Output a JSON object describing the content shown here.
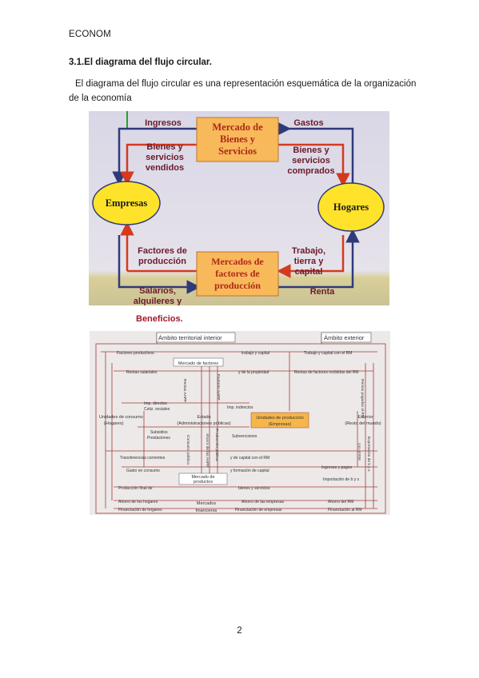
{
  "header": {
    "text": "ECONOM"
  },
  "section": {
    "title": "3.1.El diagrama del flujo circular.",
    "paragraph": "El diagrama del flujo circular es una representación esquemática de la organización de la economía"
  },
  "figure1": {
    "ingresos": "Ingresos",
    "gastos": "Gastos",
    "mercado_bienes": [
      "Mercado de",
      "Bienes y",
      "Servicios"
    ],
    "bienes_vendidos": [
      "Bienes y",
      "servicios",
      "vendidos"
    ],
    "bienes_comprados": [
      "Bienes y",
      "servicios",
      "comprados"
    ],
    "empresas": "Empresas",
    "hogares": "Hogares",
    "factores": [
      "Factores de",
      "producción"
    ],
    "mercados_factores": [
      "Mercados de",
      "factores de",
      "producción"
    ],
    "trabajo": [
      "Trabajo,",
      "tierra y",
      "capital"
    ],
    "salarios": [
      "Salarios,",
      "alquileres y"
    ],
    "renta": "Renta"
  },
  "beneficios": "Beneficios.",
  "figure2": {
    "ambito_interior": "Ámbito territorial interior",
    "ambito_exterior": "Ámbito exterior",
    "factores_productivos": "Factores productivos:",
    "trabajo_capital": "trabajo y capital",
    "trabajo_capital_rm": "Trabajo y capital con el RM",
    "mercado_factores": "Mercado de factores",
    "rentas_salariales": "Rentas salariales",
    "propiedad": "y de la propiedad",
    "rentas_factores_rm": "Rentas de factores recibidas del RM",
    "rentas_aapp": "Rentas AAPP",
    "factores_aapp": "Factores AAPP",
    "rentas_pagadas_rm": "Rentas pagadas al RM",
    "imp_directos": [
      "Imp. directos",
      "Cotiz. sociales"
    ],
    "imp_indirectos": "Imp. indirectos",
    "unidades_consumo": [
      "Unidades de consumo",
      "(Hogares)"
    ],
    "estado": [
      "Estado",
      "(Administraciones públicas)"
    ],
    "unidades_produccion": [
      "Unidades de producción",
      "(Empresas)"
    ],
    "exterior": [
      "Exterior",
      "(Resto del mundo)"
    ],
    "subsidios": [
      "Subsidios",
      "Prestaciones"
    ],
    "subvenciones": "Subvenciones",
    "consumo_publico": "Consumo público",
    "ahorro_aapp": "Ahorro de las AAPP",
    "produccion_publica": "Producción pública",
    "transferencias": "Transferencias corrientes",
    "capital_rm": "y de capital con el RM",
    "gasto_consumo": "Gasto en consumo",
    "formacion_capital": "y formación de capital",
    "ingresos_pagos": "Ingresos y pagos",
    "con_rm": "con el RM",
    "mercado_productos": [
      "Mercado de",
      "productos"
    ],
    "importacion": "Importación de b y s",
    "exportacion": "Exportación de b y s",
    "produccion_final": "Producción final de",
    "bienes_servicios": "bienes y servicios",
    "ahorro_hogares": "Ahorro de los hogares",
    "ahorro_empresas": "Ahorro de las empresas",
    "ahorro_rm": "Ahorro del RM",
    "mercados_financieros": [
      "Mercados",
      "financieros"
    ],
    "financiacion_hogares": "Financiación de hogares",
    "financiacion_empresas": "Financiación de empresas",
    "financiacion_rm": "Financiación al RM"
  },
  "page_number": "2"
}
